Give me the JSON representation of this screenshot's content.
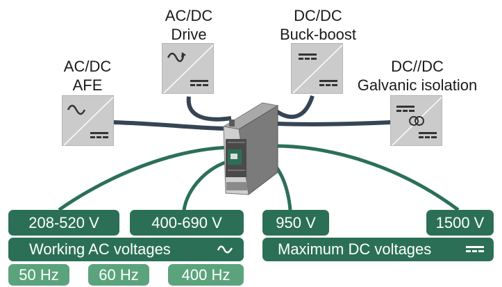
{
  "converters": [
    {
      "line1": "AC/DC",
      "line2": "AFE",
      "in_icon": "ac-wave-icon",
      "out_icon": "dc-symbol-icon"
    },
    {
      "line1": "AC/DC",
      "line2": "Drive",
      "in_icon": "ac-drive-icon",
      "out_icon": "dc-symbol-icon"
    },
    {
      "line1": "DC/DC",
      "line2": "Buck-boost",
      "in_icon": "dc-symbol-icon",
      "out_icon": "dc-symbol-icon"
    },
    {
      "line1": "DC//DC",
      "line2": "Galvanic isolation",
      "in_icon": "dc-symbol-icon",
      "out_icon": "transformer-icon"
    }
  ],
  "ac_voltages": [
    "208-520 V",
    "400-690 V"
  ],
  "dc_voltages": [
    "950 V",
    "1500 V"
  ],
  "ac_caption": "Working AC voltages",
  "dc_caption": "Maximum DC voltages",
  "frequencies": [
    "50 Hz",
    "60 Hz",
    "400 Hz"
  ],
  "colors": {
    "accent": "#2b7056",
    "accent_light": "#5ba37c",
    "wire_dark": "#364555",
    "box": "#cbcbcb"
  }
}
